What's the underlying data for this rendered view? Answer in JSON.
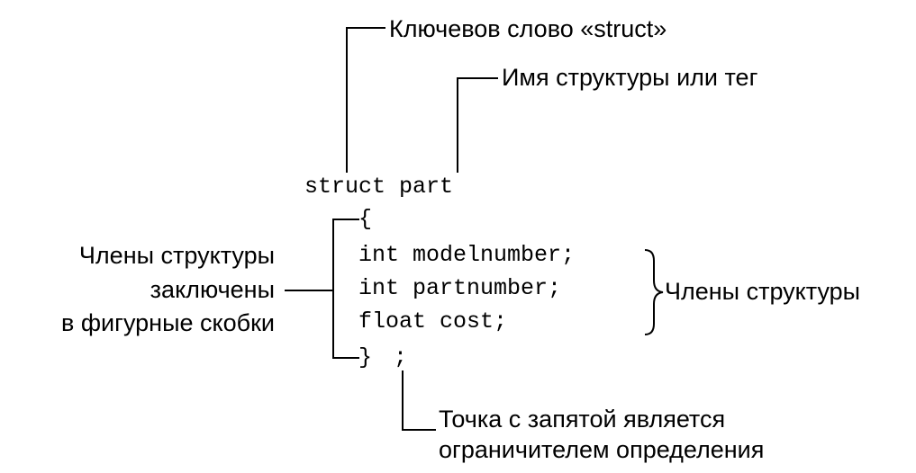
{
  "labels": {
    "keyword": "Ключевов слово «struct»",
    "tag": "Имя структуры или тег",
    "braces": [
      "Члены структуры",
      "заключены",
      "в фигурные скобки"
    ],
    "members": "Члены структуры",
    "semicolon": [
      "Точка с запятой является",
      "ограничителем определения"
    ]
  },
  "code": {
    "header": "struct part",
    "open_brace": "{",
    "lines": [
      "int modelnumber;",
      "int partnumber;",
      "float cost;"
    ],
    "close_brace": "}",
    "semicolon": ";"
  }
}
